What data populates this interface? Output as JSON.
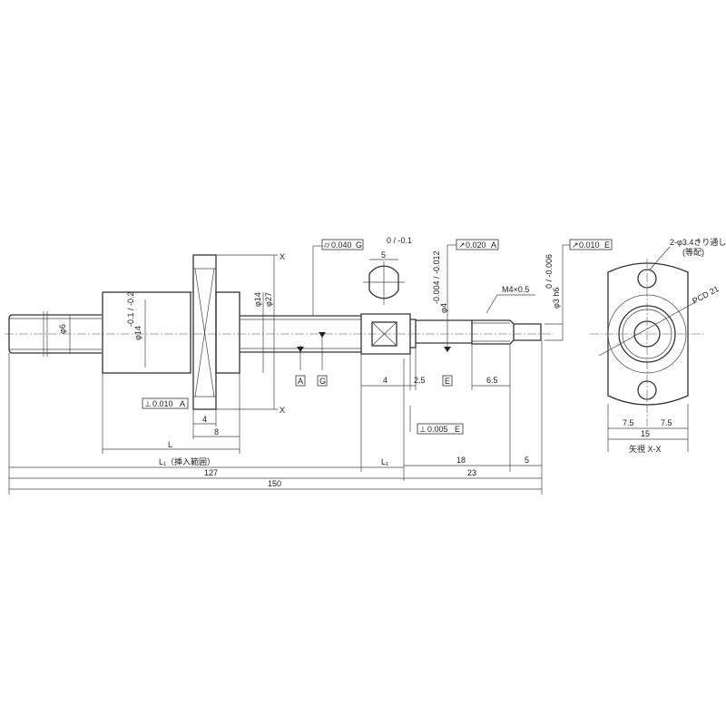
{
  "drawing": {
    "shaft_dims": {
      "d_thread": "φ6",
      "d_nut": "φ14",
      "d_nut_tol": "-0.1 / -0.2",
      "d_flange_pilot": "φ14",
      "d_flange": "φ27",
      "flange_thk": "4",
      "nut_len_flange": "8",
      "nut_len": "L",
      "insert_range": "L₁（挿入範囲）",
      "L1": "L₁",
      "len_127": "127",
      "len_150": "150",
      "len_23": "23",
      "len_18": "18",
      "len_5": "5",
      "len_4": "4",
      "len_2_5": "2.5",
      "len_6_5": "6.5",
      "width_flat": "5",
      "width_flat_tol": "0 / -0.1",
      "d_bearing": "φ4",
      "d_bearing_tol": "-0.004 / -0.012",
      "thread": "M4×0.5",
      "d_end": "φ3 h6",
      "d_end_tol": "0 / -0.006",
      "section_mark": "X"
    },
    "tolerances": {
      "t1": {
        "symbol": "⌭",
        "value": "0.040",
        "datum": "G"
      },
      "t2": {
        "symbol": "↗",
        "value": "0.020",
        "datum": "A"
      },
      "t3": {
        "symbol": "↗",
        "value": "0.010",
        "datum": "E"
      },
      "t4": {
        "symbol": "⊥",
        "value": "0.010",
        "datum": "A"
      },
      "t5": {
        "symbol": "⊥",
        "value": "0.005",
        "datum": "E"
      }
    },
    "datums": [
      "A",
      "G",
      "E"
    ],
    "end_view": {
      "holes": "2-φ3.4きり通し",
      "holes_note": "(等配)",
      "pcd": "PCD 21",
      "half_w1": "7.5",
      "half_w2": "7.5",
      "width": "15",
      "caption": "矢視 X-X"
    }
  }
}
